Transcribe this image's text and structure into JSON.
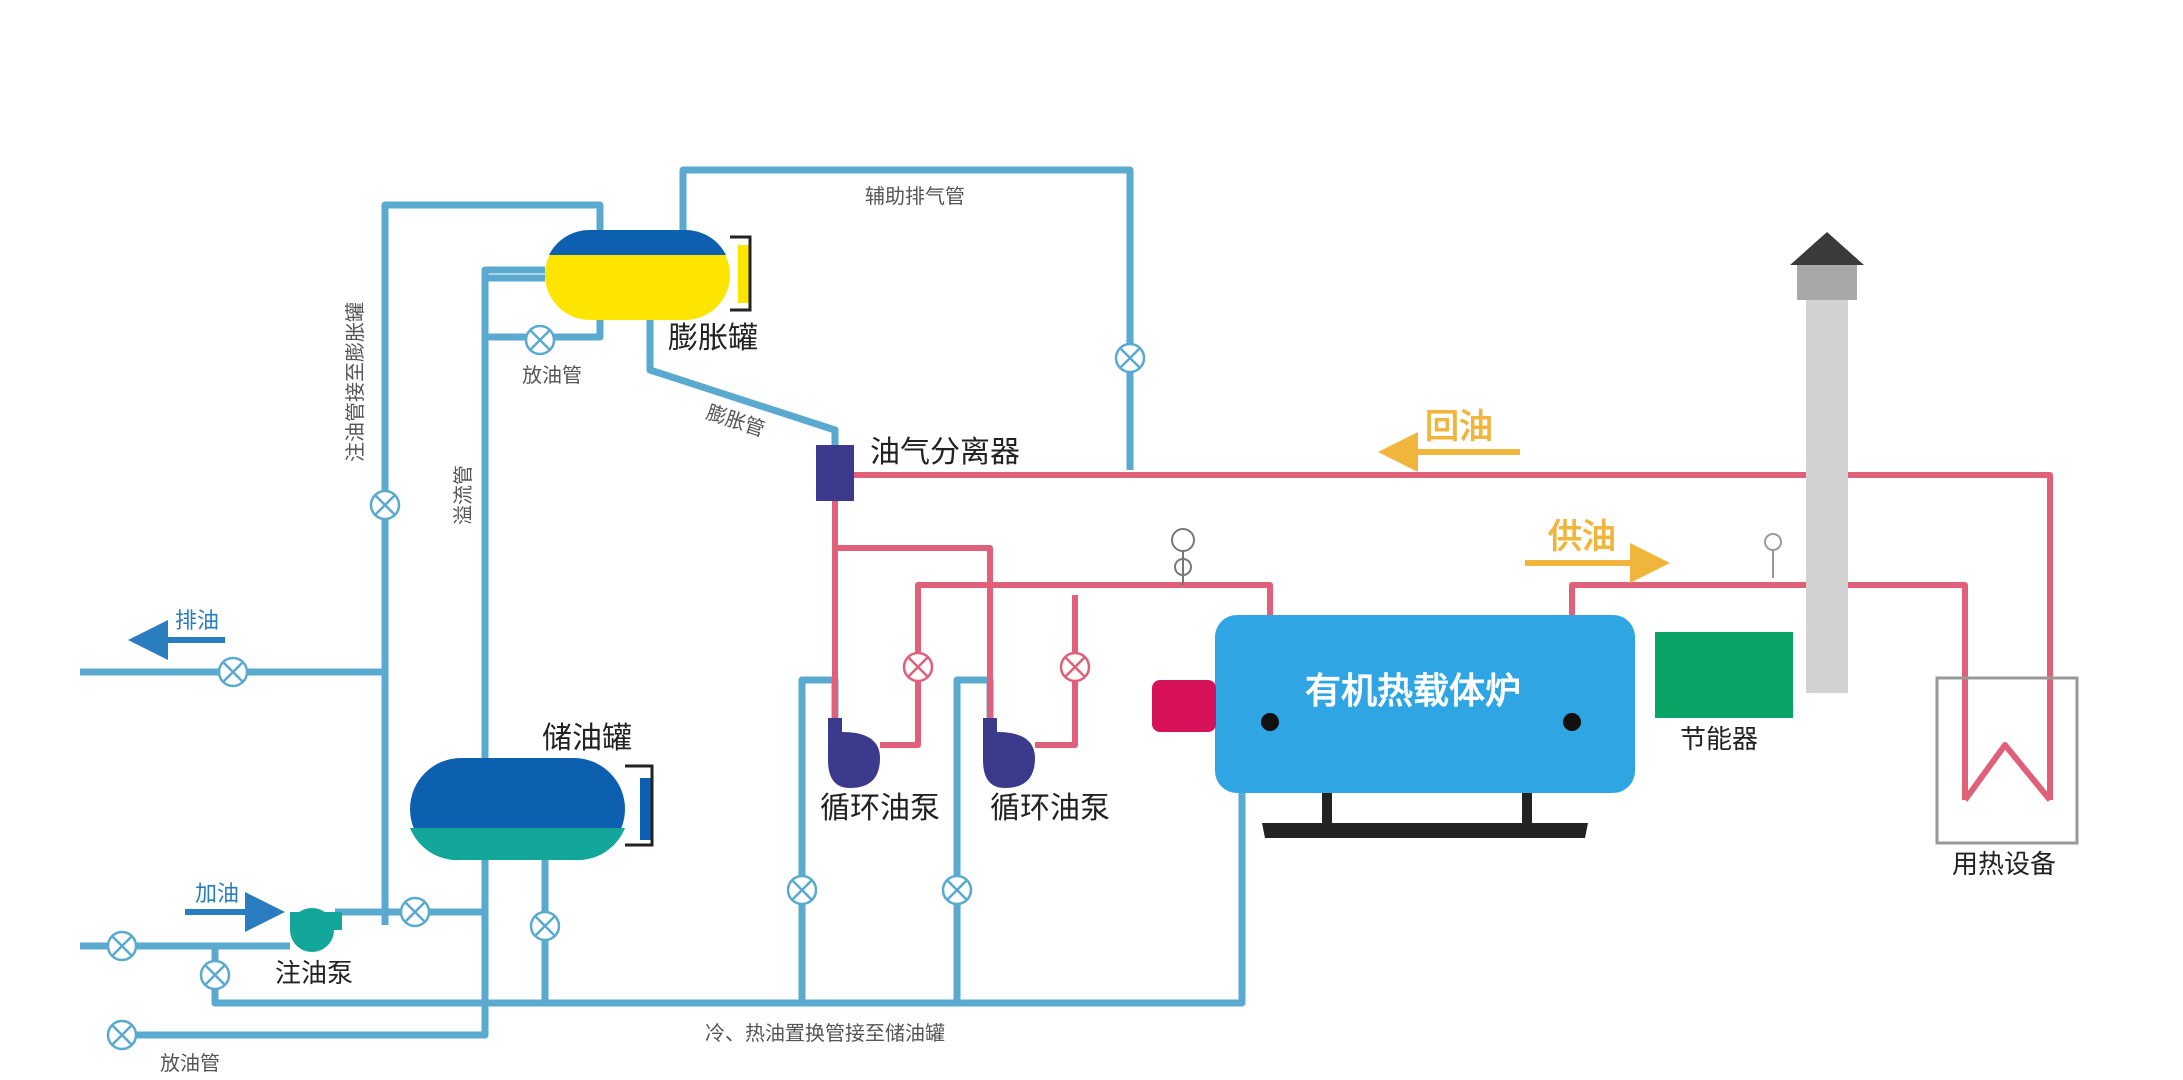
{
  "components": {
    "expansion_tank": "膨胀罐",
    "separator": "油气分离器",
    "storage_tank": "储油罐",
    "pump_1": "循环油泵",
    "pump_2": "循环油泵",
    "boiler": "有机热载体炉",
    "economizer": "节能器",
    "heat_equipment": "用热设备",
    "fill_pump": "注油泵"
  },
  "pipes": {
    "aux_vent": "辅助排气管",
    "expansion_pipe": "膨胀管",
    "drain_top": "放油管",
    "fill_to_tank": "注油管接至膨胀罐",
    "overflow": "溢流管",
    "exchange": "冷、热油置换管接至储油罐",
    "drain_bottom": "放油管"
  },
  "flows": {
    "return_oil": "回油",
    "supply_oil": "供油",
    "discharge": "排油",
    "add_oil": "加油"
  },
  "colors": {
    "cold_pipe": "#5aa9cf",
    "hot_pipe": "#e0607a",
    "boiler": "#2fa6e3",
    "expansion_yellow": "#fde500",
    "storage_blue": "#0d5fb0",
    "storage_teal": "#13a79b",
    "economizer": "#0aa566",
    "burner": "#d8125a",
    "pump": "#3b3a8c",
    "arrow_orange": "#f0b53c",
    "arrow_blue": "#2a7ec0"
  }
}
